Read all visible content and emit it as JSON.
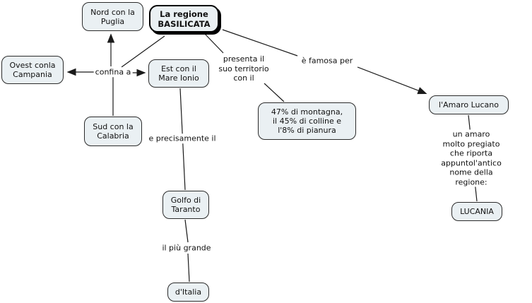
{
  "colors": {
    "background": "#ffffff",
    "node_fill": "#eaf0f3",
    "node_border": "#2b2b2b",
    "focus_node_border": "#000000",
    "line": "#1a1a1a",
    "text": "#111111"
  },
  "nodes": {
    "basilicata": "La regione\nBASILICATA",
    "nord": "Nord con la\nPuglia",
    "ovest": "Ovest conla\nCampania",
    "est": "Est con il\nMare Ionio",
    "sud": "Sud con la\nCalabria",
    "montagna": "47% di montagna,\nil 45% di colline e\nl'8% di pianura",
    "amaro": "l'Amaro Lucano",
    "lucania": "LUCANIA",
    "golfo": "Golfo di\nTaranto",
    "ditalia": "d'Italia"
  },
  "linking_phrases": {
    "confina": "confina a",
    "presenta": "presenta il\nsuo territorio\ncon il",
    "famosa": "è famosa per",
    "precisamente": "e precisamente il",
    "amaro_desc": "un amaro molto pregiato\nche riporta appuntol'antico\nnome della regione:",
    "grande": "il più grande"
  }
}
